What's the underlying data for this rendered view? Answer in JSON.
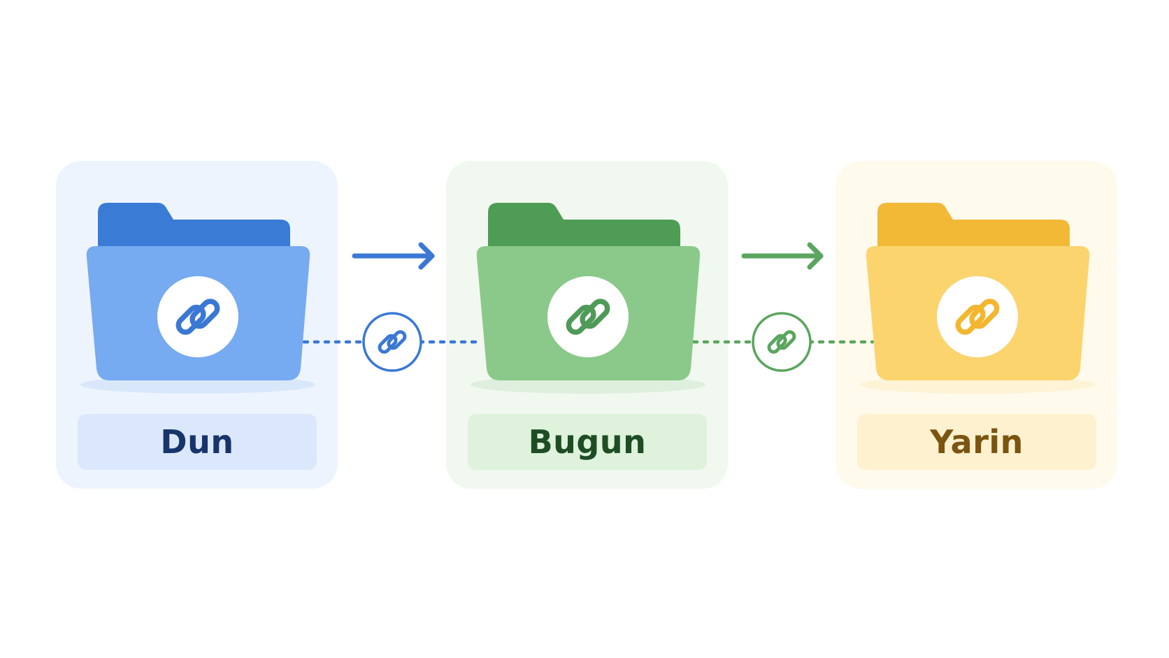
{
  "diagram": {
    "stages": [
      {
        "label": "Dun",
        "panel_bg": "#eef4fd",
        "label_bg": "#dbe8fb",
        "label_color": "#17356b",
        "folder_back": "#3a7bd5",
        "folder_front": "#76aaf1",
        "link_color": "#3a78d4",
        "icon": "link-icon"
      },
      {
        "label": "Bugun",
        "panel_bg": "#f1f8ef",
        "label_bg": "#def2dc",
        "label_color": "#1e4d24",
        "folder_back": "#4f9c55",
        "folder_front": "#8ac98a",
        "link_color": "#4f9a57",
        "icon": "link-icon"
      },
      {
        "label": "Yarin",
        "panel_bg": "#fffaec",
        "label_bg": "#fdf1cf",
        "label_color": "#7a5410",
        "folder_back": "#f2b937",
        "folder_front": "#fbd46e",
        "link_color": "#f3b62f",
        "icon": "link-icon"
      }
    ],
    "connectors": [
      {
        "color": "#3a78d4",
        "icon": "link-icon",
        "arrow": "arrow-right-icon"
      },
      {
        "color": "#5aa55f",
        "icon": "link-icon",
        "arrow": "arrow-right-icon"
      }
    ]
  }
}
